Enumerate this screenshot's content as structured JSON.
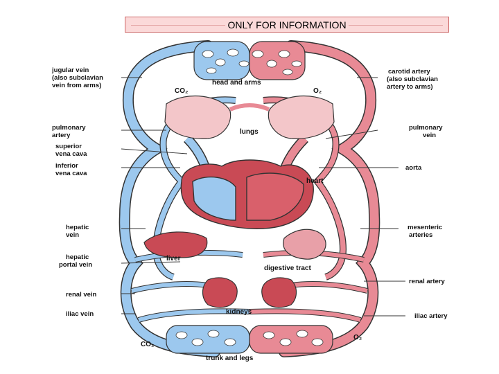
{
  "banner": {
    "text": "ONLY FOR INFORMATION"
  },
  "labels": {
    "jugular_vein": [
      "jugular vein",
      "(also subclavian",
      "vein from arms)"
    ],
    "carotid_artery": [
      "carotid artery",
      "(also subclavian",
      "artery to arms)"
    ],
    "pulmonary_artery": [
      "pulmonary",
      "artery"
    ],
    "pulmonary_vein": [
      "pulmonary",
      "vein"
    ],
    "superior_vena_cava": [
      "superior",
      "vena cava"
    ],
    "inferior_vena_cava": [
      "inferior",
      "vena cava"
    ],
    "aorta": "aorta",
    "hepatic_vein": [
      "hepatic",
      "vein"
    ],
    "mesenteric_arteries": [
      "mesenteric",
      "arteries"
    ],
    "hepatic_portal_vein": [
      "hepatic",
      "portal vein"
    ],
    "renal_artery": "renal artery",
    "renal_vein": "renal vein",
    "iliac_vein": "iliac vein",
    "iliac_artery": "iliac artery",
    "head_and_arms": "head and arms",
    "co2_top": "CO₂",
    "o2_top": "O₂",
    "lungs": "lungs",
    "heart": "heart",
    "liver": "liver",
    "digestive_tract": "digestive tract",
    "kidneys": "kidneys",
    "co2_bottom": "CO₂",
    "o2_bottom": "O₂",
    "trunk_and_legs": "trunk and legs"
  },
  "colors": {
    "vein_blue": "#9cc8ee",
    "artery_red": "#e88a95",
    "organ_red": "#c94a55",
    "outline": "#333333"
  }
}
